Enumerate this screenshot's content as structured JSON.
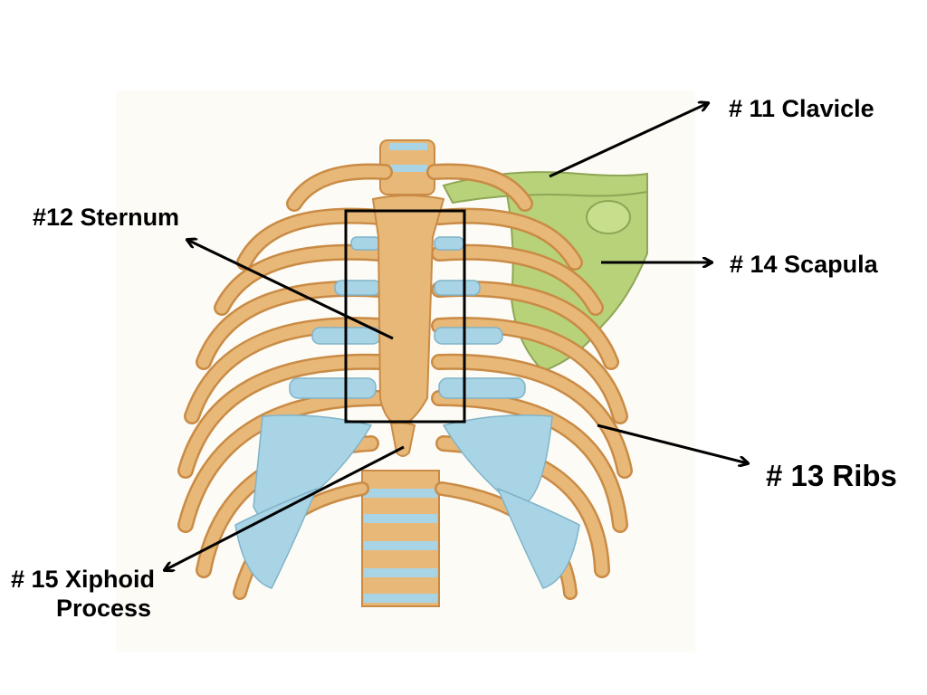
{
  "labels": {
    "clavicle": "# 11 Clavicle",
    "sternum": "#12 Sternum",
    "scapula": "# 14 Scapula",
    "ribs": "# 13 Ribs",
    "xiphoid_line1": "# 15 Xiphoid",
    "xiphoid_line2": "Process"
  },
  "colors": {
    "bone": "#e8b878",
    "bone_dark": "#c98b45",
    "cartilage": "#a9d4e6",
    "scapula": "#b8d27a",
    "image_bg": "#fdfbf6",
    "annotation": "#000000"
  }
}
